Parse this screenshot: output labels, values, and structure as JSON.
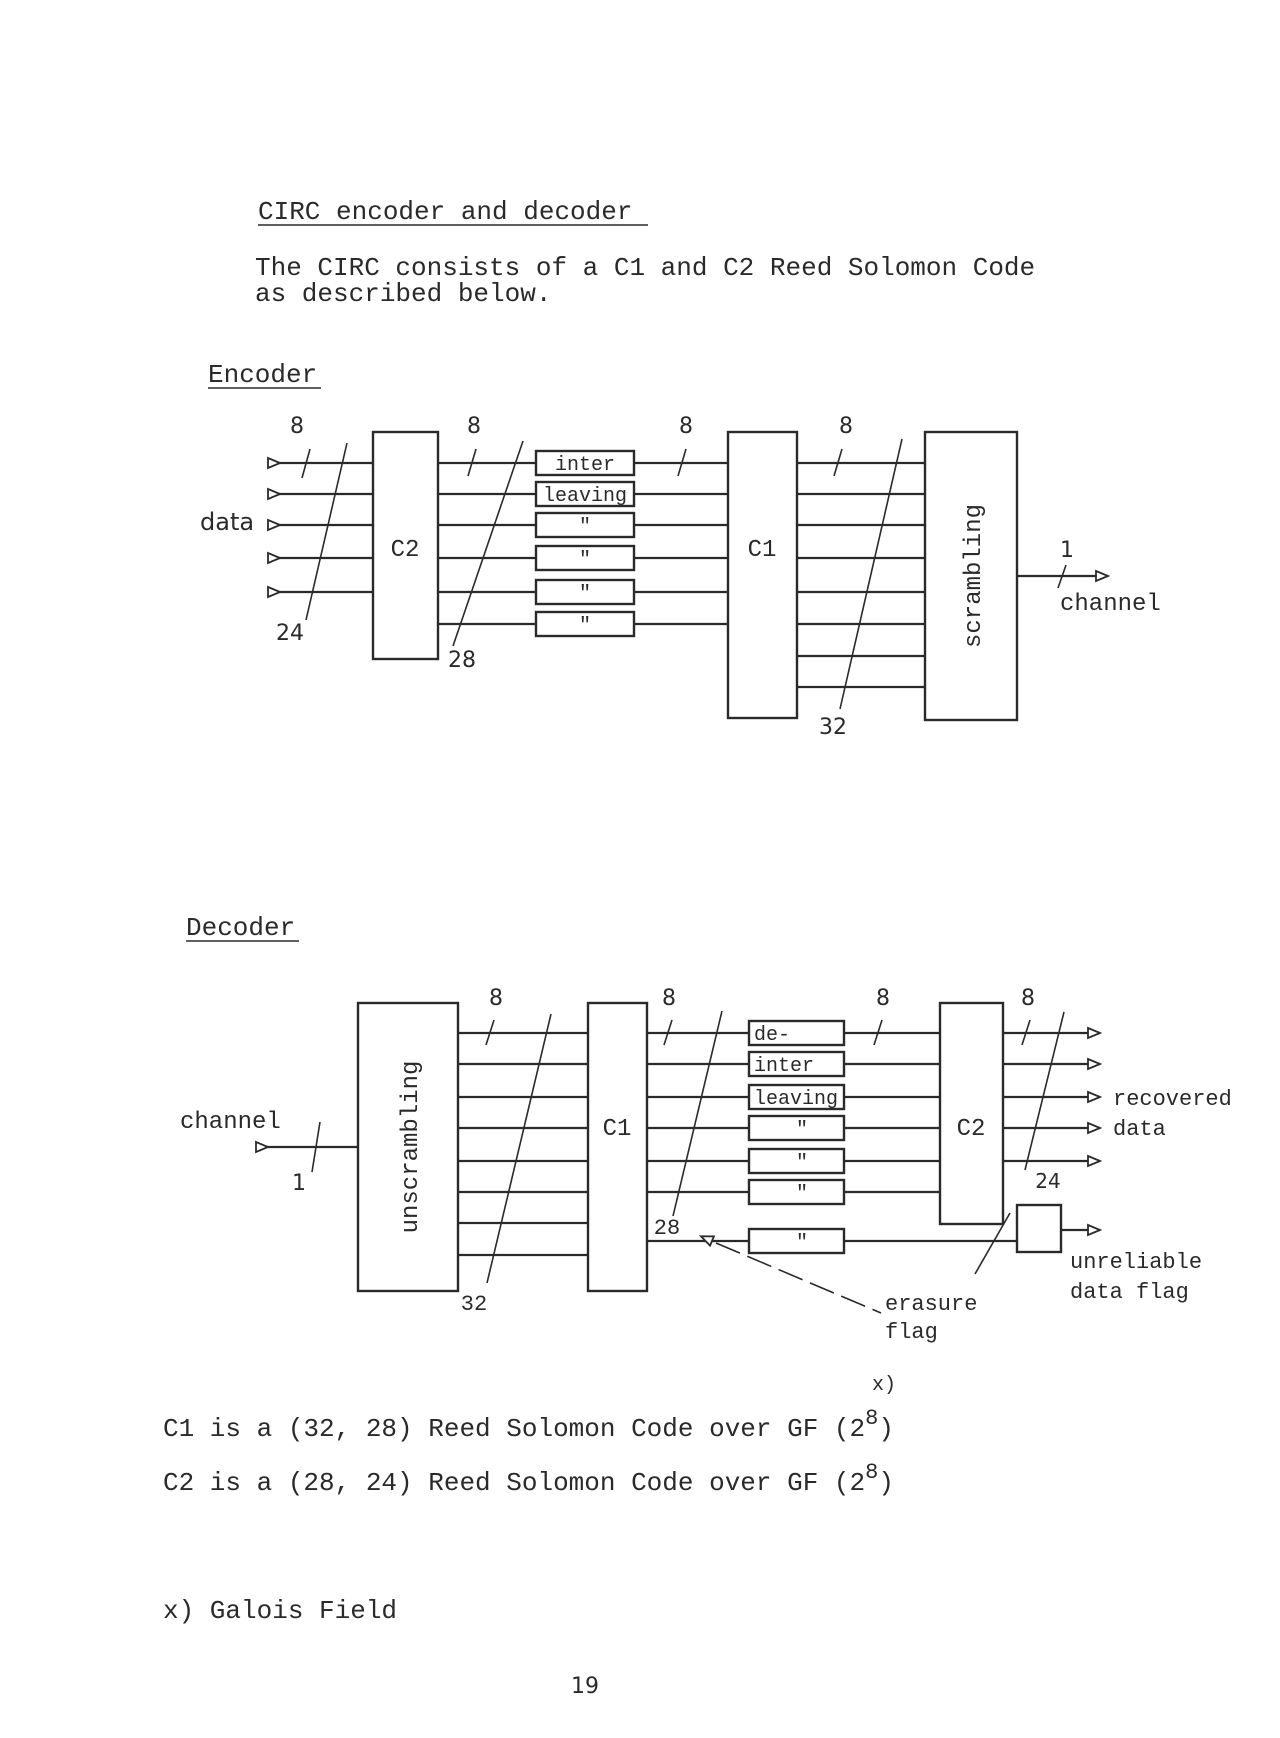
{
  "heading": "CIRC encoder and decoder",
  "intro": [
    "The CIRC consists of a C1 and C2 Reed Solomon Code",
    "as described below."
  ],
  "encoder": {
    "title": "Encoder",
    "input_label": "data",
    "blocks": {
      "c2": "C2",
      "c1": "C1",
      "scrambling": "scrambling"
    },
    "interleave_boxes": [
      "inter",
      "leaving",
      "\"",
      "\"",
      "\"",
      "\""
    ],
    "bus_widths": {
      "w1": "8",
      "w2": "8",
      "w3": "8",
      "w4": "8",
      "in_count": "24",
      "mid_count": "28",
      "out_count": "32",
      "channel_width": "1"
    },
    "output_label": "channel"
  },
  "decoder": {
    "title": "Decoder",
    "input_label": "channel",
    "blocks": {
      "unscrambling": "unscrambling",
      "c1": "C1",
      "c2": "C2"
    },
    "deinterleave_boxes": [
      "de-",
      "inter",
      "leaving",
      "\"",
      "\"",
      "\"",
      "\""
    ],
    "bus_widths": {
      "w1": "8",
      "w2": "8",
      "w3": "8",
      "w4": "8",
      "in_count": "32",
      "mid_count": "28",
      "out_count": "24",
      "channel_width": "1"
    },
    "output_label": [
      "recovered",
      "data"
    ],
    "flag_output_label": [
      "unreliable",
      "data flag"
    ],
    "erasure_label": [
      "erasure",
      "flag"
    ]
  },
  "definitions": {
    "c1_line": "C1 is a (32, 28) Reed Solomon Code over GF (2",
    "c2_line": "C2 is a (28, 24) Reed Solomon Code over GF (2",
    "exponent": "8",
    "footnote_mark": "x)"
  },
  "footnote": "x) Galois Field",
  "page_number": "19"
}
